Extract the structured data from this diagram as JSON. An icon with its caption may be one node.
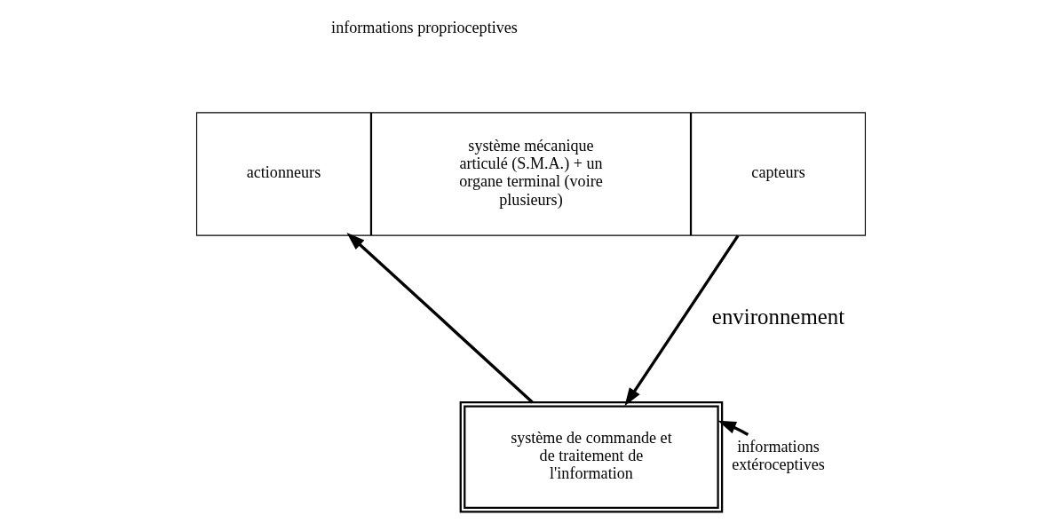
{
  "diagram": {
    "nodes": [
      {
        "text": [
          "actionneurs"
        ]
      },
      {
        "text": [
          "système mécanique articulé (S.M.A.) + un organe terminal (voire plusieurs)"
        ]
      },
      {
        "text": [
          "capteurs"
        ]
      },
      {
        "text": [
          "système de commande et de traitement de l'information"
        ]
      },
      {
        "text": [
          "informations extéroceptives"
        ]
      }
    ],
    "edges": [
      {
        "from": 3,
        "to": 0,
        "arrow": "to"
      },
      {
        "from": 2,
        "to": 3,
        "arrow": "to"
      },
      {
        "from": 4,
        "to": 3,
        "arrow": "to"
      }
    ],
    "labels": [
      "informations proprioceptives",
      "environnement"
    ]
  }
}
